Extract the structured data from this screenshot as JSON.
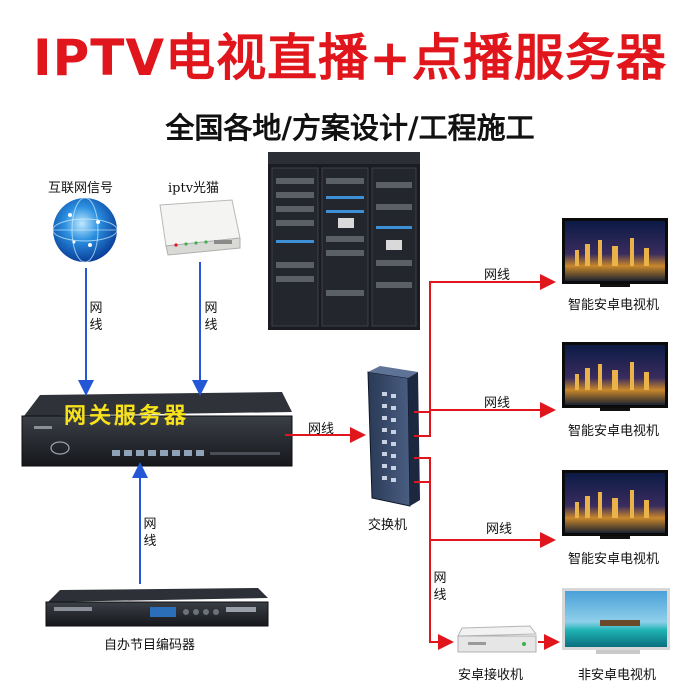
{
  "header": {
    "title": "IPTV电视直播+点播服务器",
    "subtitle": "全国各地/方案设计/工程施工"
  },
  "sources": {
    "internet_label": "互联网信号",
    "modem_label": "iptv光猫"
  },
  "gateway": {
    "label": "网关服务器"
  },
  "switch": {
    "label": "交换机"
  },
  "encoder": {
    "label": "自办节目编码器"
  },
  "receiver": {
    "label": "安卓接收机"
  },
  "wire_label": "网线",
  "tvs": [
    {
      "label": "智能安卓电视机"
    },
    {
      "label": "智能安卓电视机"
    },
    {
      "label": "智能安卓电视机"
    },
    {
      "label": "非安卓电视机"
    }
  ],
  "colors": {
    "title_red": "#e0161c",
    "gateway_text": "#f7e11b",
    "arrow_blue": "#2357d6",
    "arrow_red": "#e0161c"
  }
}
